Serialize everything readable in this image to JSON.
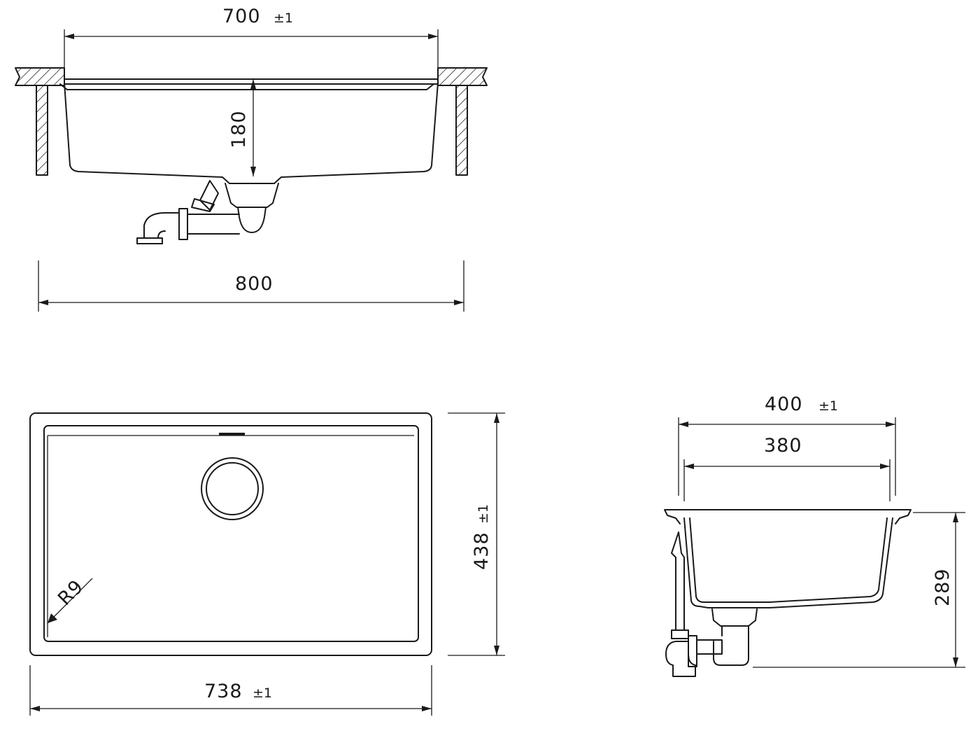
{
  "drawing": {
    "section_view": {
      "cutout_width": "700",
      "cutout_tolerance": "±1",
      "bowl_depth": "180",
      "cabinet_width": "800"
    },
    "plan_view": {
      "overall_depth": "438",
      "depth_tolerance": "±1",
      "overall_width": "738",
      "width_tolerance": "±1",
      "corner_radius": "R9"
    },
    "side_view": {
      "overall_depth": "400",
      "depth_tolerance": "±1",
      "bowl_depth_inner": "380",
      "overall_height": "289"
    }
  }
}
